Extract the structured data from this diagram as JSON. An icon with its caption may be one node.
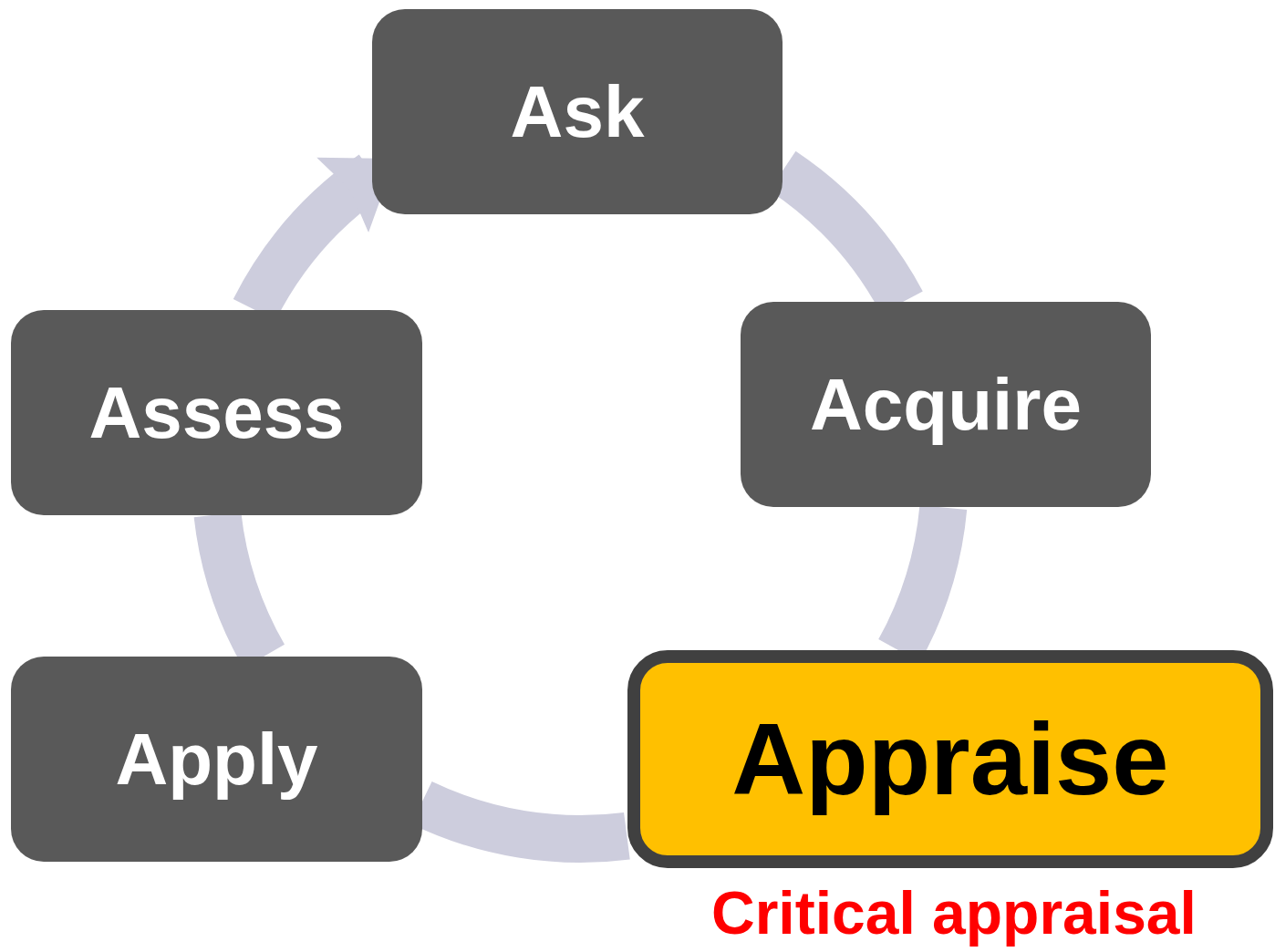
{
  "diagram": {
    "nodes": [
      {
        "text": [
          "Ask"
        ]
      },
      {
        "text": [
          "Acquire"
        ]
      },
      {
        "text": [
          "Appraise"
        ],
        "beside": [
          "Critical appraisal"
        ]
      },
      {
        "text": [
          "Apply"
        ]
      },
      {
        "text": [
          "Assess"
        ]
      }
    ],
    "edges": [
      {
        "from": 0,
        "to": 1,
        "arrow": "none"
      },
      {
        "from": 1,
        "to": 2,
        "arrow": "none"
      },
      {
        "from": 2,
        "to": 3,
        "arrow": "none"
      },
      {
        "from": 3,
        "to": 4,
        "arrow": "none"
      },
      {
        "from": 4,
        "to": 0,
        "arrow": "to"
      }
    ]
  }
}
